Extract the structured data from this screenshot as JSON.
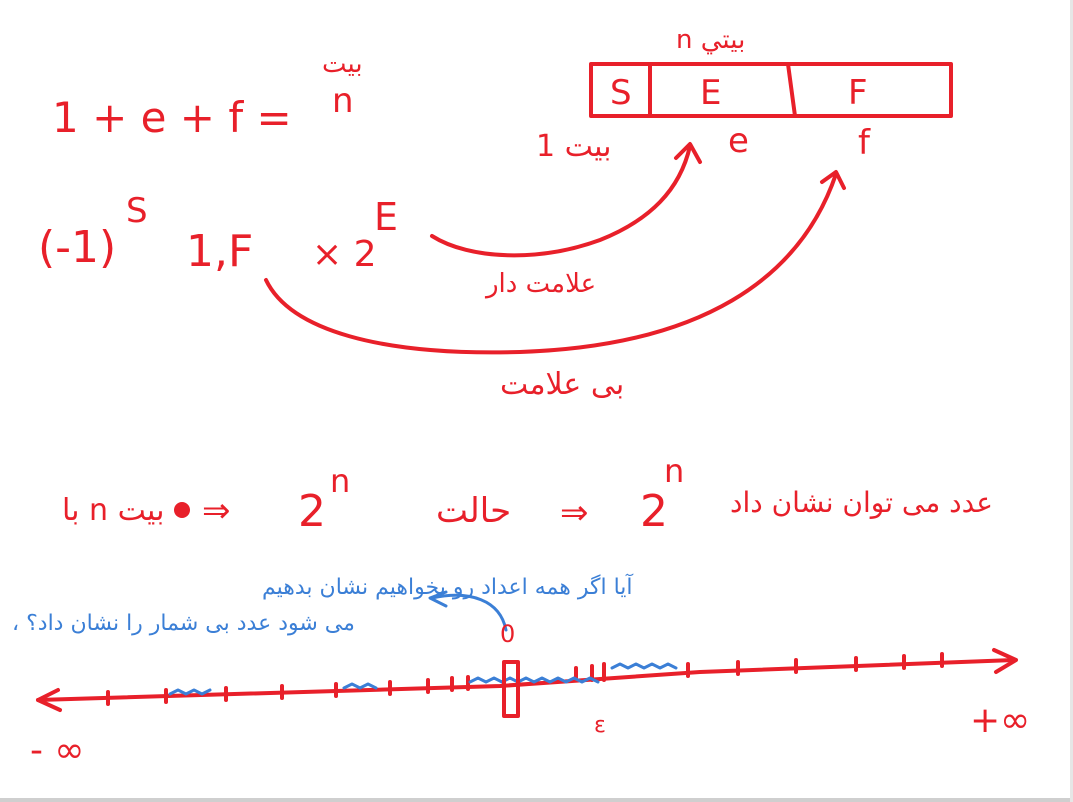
{
  "colors": {
    "ink_red": "#e8202a",
    "ink_blue": "#3b7fd6",
    "background": "#ffffff"
  },
  "formula": {
    "bit_sum": "1 + e + f =",
    "bit_sum_rhs_top": "بيت",
    "bit_sum_rhs_bottom": "n",
    "box_title": "n بيتي",
    "fields": [
      "S",
      "E",
      "F"
    ],
    "sizes": [
      "1 بيت",
      "e",
      "f"
    ],
    "sign_term": "(-1)",
    "sign_exp": "S",
    "mantissa": "1,F",
    "times_base": "× 2",
    "exp_letter": "E",
    "signed_label": "علامت دار",
    "unsigned_label": "بی علامت"
  },
  "count_line": {
    "left_text": "با n بیت",
    "left_result": "2",
    "left_result_exp": "n",
    "middle_text": "حالت",
    "right_result": "2",
    "right_result_exp": "n",
    "right_text": "عدد می توان نشان داد",
    "arrow": "⇒"
  },
  "question": {
    "text": "آیا اگر همه اعداد رو بخواهیم نشان بدهیم",
    "text2": "، می شود عدد بی شمار را نشان داد؟"
  },
  "number_line": {
    "zero_label": "0",
    "neg_inf": "- ∞",
    "pos_inf": "+∞",
    "epsilon_label": "ε"
  }
}
